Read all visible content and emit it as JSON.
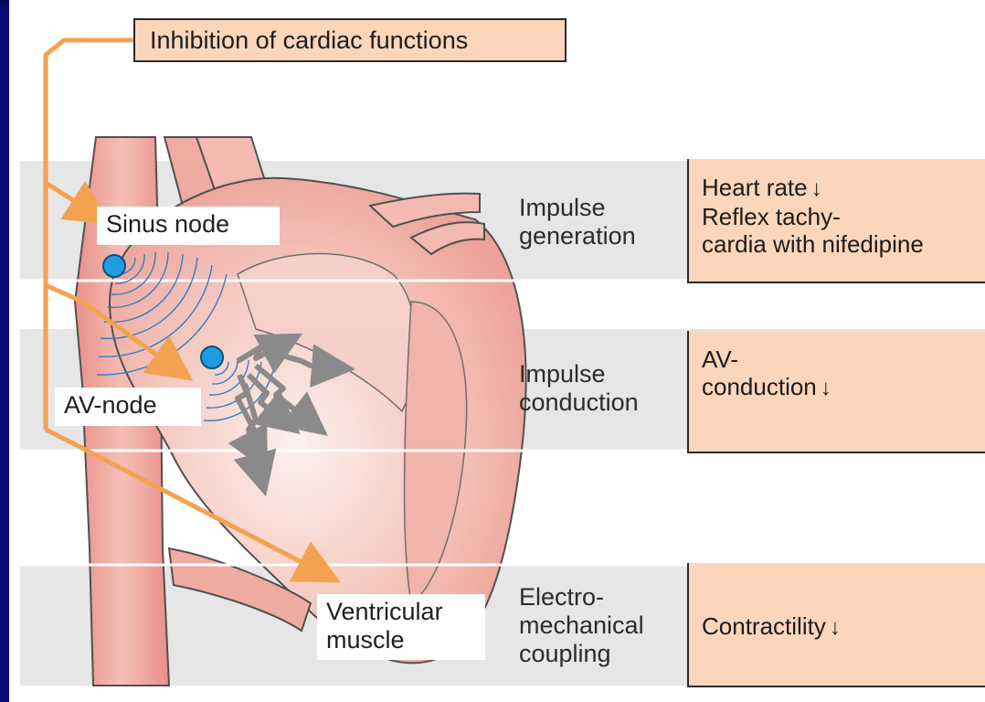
{
  "title": "Inhibition of cardiac functions",
  "structures": {
    "sinus_node": "Sinus node",
    "av_node": "AV-node",
    "ventricular_muscle": [
      "Ventricular",
      "muscle"
    ]
  },
  "processes": {
    "generation": [
      "Impulse",
      "generation"
    ],
    "conduction": [
      "Impulse",
      "conduction"
    ],
    "coupling": [
      "Electro-",
      "mechanical",
      "coupling"
    ]
  },
  "effects": {
    "generation": {
      "line1": "Heart rate",
      "line1_arrow": "↓",
      "line2": "Reflex tachy-",
      "line3": "cardia with nifedipine"
    },
    "conduction": {
      "line1": "AV-",
      "line2": "conduction",
      "line2_arrow": "↓"
    },
    "coupling": {
      "line1": "Contractility",
      "line1_arrow": "↓"
    }
  },
  "colors": {
    "background_frame": "#0c0c7a",
    "band_gray": "#e6e6e6",
    "effect_box": "#fbd6ba",
    "arrow_orange": "#f3a350",
    "heart_pink": "#f4b9b0",
    "node_blue": "#1e9de0",
    "impulse_gray": "#8a8a8a"
  }
}
